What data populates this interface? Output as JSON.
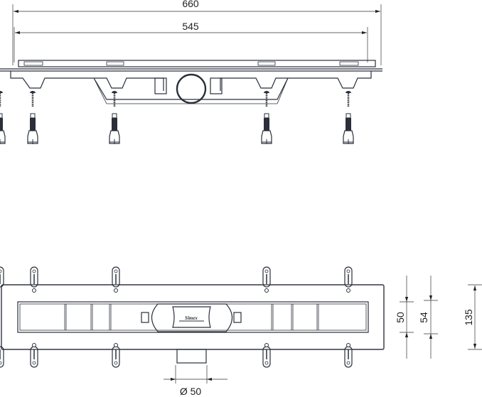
{
  "dimensions": {
    "overall_length": "660",
    "channel_length": "545",
    "outlet_diameter": "Ø 50",
    "grate_width": "50",
    "channel_width": "54",
    "plate_width": "135"
  },
  "logo": {
    "text": "Simex"
  },
  "colors": {
    "line": "#2a2f3a",
    "background": "#ffffff"
  }
}
